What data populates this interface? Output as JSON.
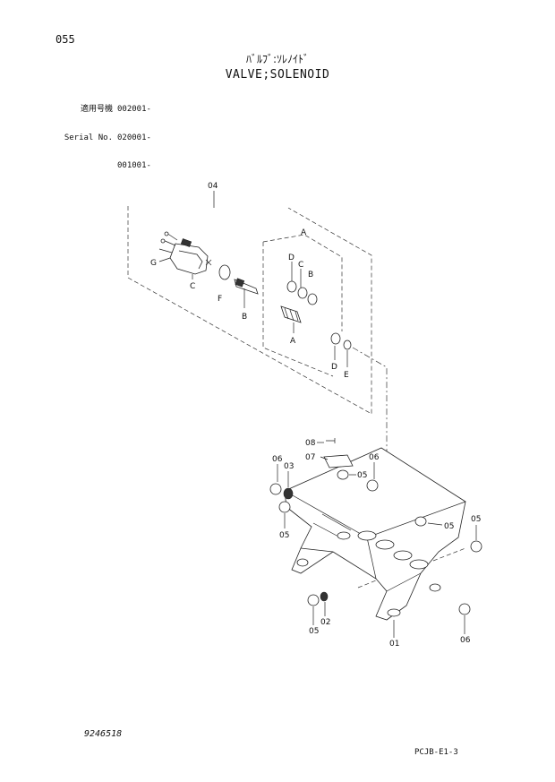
{
  "header": {
    "page_number": "055",
    "title_jp": "ﾊﾞﾙﾌﾞ:ｿﾚﾉｲﾄﾞ",
    "title_en": "VALVE;SOLENOID"
  },
  "serial_info": {
    "rows": [
      {
        "label": "適用号機",
        "value": "002001-"
      },
      {
        "label": "Serial No.",
        "value": "020001-"
      },
      {
        "label": "",
        "value": "001001-"
      }
    ]
  },
  "callouts": {
    "c04": "04",
    "cA_top": "A",
    "cG": "G",
    "cC_left": "C",
    "cF": "F",
    "cB_left": "B",
    "cD_top": "D",
    "cC_mid": "C",
    "cB_mid": "B",
    "cA_mid": "A",
    "cD_bottom": "D",
    "cE": "E",
    "c08": "08",
    "c07": "07",
    "c05_mid": "05",
    "c06_left": "06",
    "c03": "03",
    "c06_right": "06",
    "c05_left": "05",
    "c05_right_a": "05",
    "c05_right_b": "05",
    "c02": "02",
    "c05_bottom": "05",
    "c01": "01",
    "c06_bottom": "06"
  },
  "footer": {
    "doc_number": "9246518",
    "page_code": "PCJB-E1-3"
  }
}
